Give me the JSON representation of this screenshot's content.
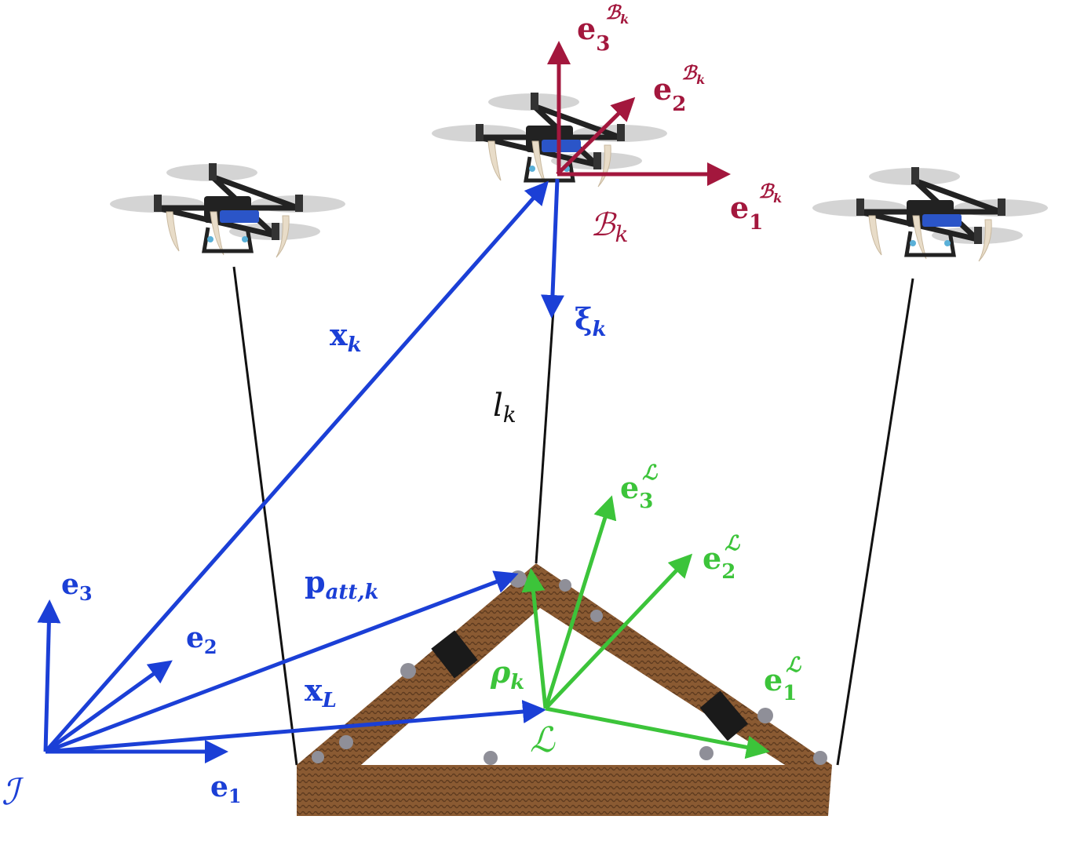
{
  "colors": {
    "inertial": "#1b3fd6",
    "body": "#a3173d",
    "load": "#3cc43a",
    "cable": "#111111",
    "cardboard": "#8a5a32",
    "cardboard_dark": "#5e3b1f",
    "marker": "#8f8f98",
    "drone_frame": "#222222",
    "drone_accent": "#2b55c8",
    "propeller": "#c9c9c9"
  },
  "labels": {
    "I_frame": "ℐ",
    "e1": {
      "base": "e",
      "sub": "1"
    },
    "e2": {
      "base": "e",
      "sub": "2"
    },
    "e3": {
      "base": "e",
      "sub": "3"
    },
    "xk": {
      "base": "x",
      "sub": "k"
    },
    "xL": {
      "base": "x",
      "sub": "L"
    },
    "patt": {
      "base": "p",
      "sub": "att,k"
    },
    "xi": {
      "base": "ξ",
      "sub": "k"
    },
    "lk": {
      "base": "l",
      "sub": "k"
    },
    "rho": {
      "base": "ρ",
      "sub": "k"
    },
    "L_frame": "ℒ",
    "B_frame": {
      "base": "ℬ",
      "sub": "k"
    },
    "eB1": {
      "base": "e",
      "sub": "1",
      "sup": "ℬ",
      "supsub": "k"
    },
    "eB2": {
      "base": "e",
      "sub": "2",
      "sup": "ℬ",
      "supsub": "k"
    },
    "eB3": {
      "base": "e",
      "sub": "3",
      "sup": "ℬ",
      "supsub": "k"
    },
    "eL1": {
      "base": "e",
      "sub": "1",
      "sup": "ℒ"
    },
    "eL2": {
      "base": "e",
      "sub": "2",
      "sup": "ℒ"
    },
    "eL3": {
      "base": "e",
      "sub": "3",
      "sup": "ℒ"
    }
  }
}
